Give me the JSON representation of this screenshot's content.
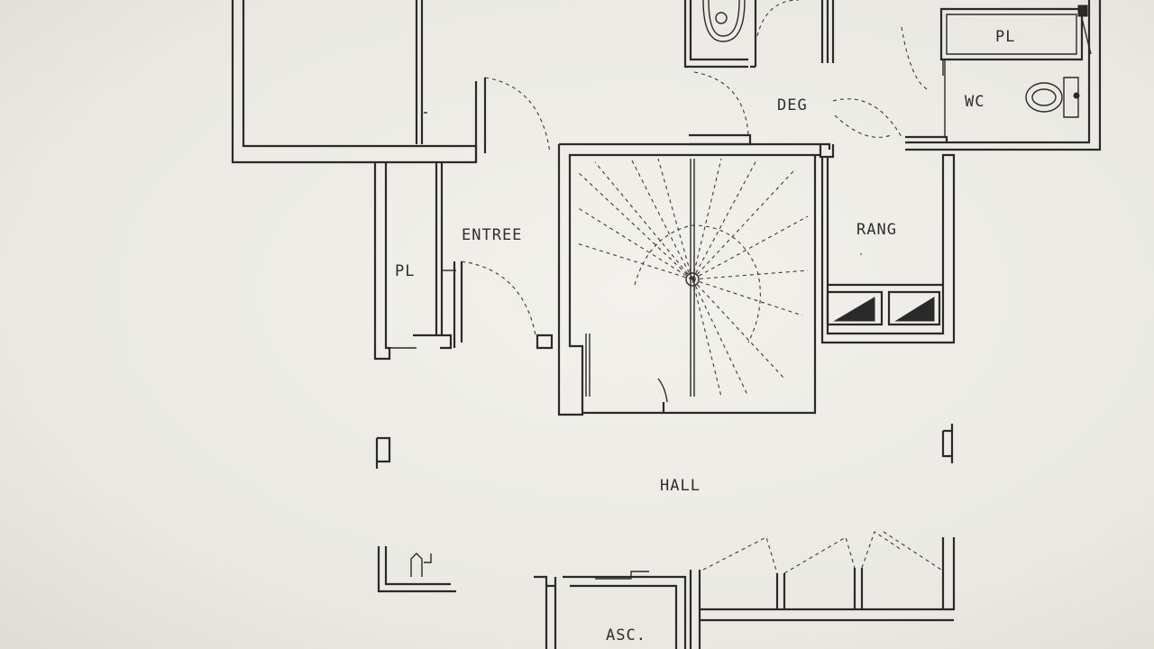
{
  "labels": {
    "pl_top": "PL",
    "deg": "DEG",
    "wc": "WC",
    "entree": "ENTREE",
    "rang": "RANG",
    "pl_left": "PL",
    "hall": "HALL",
    "asc": "ASC."
  },
  "colors": {
    "paper": "#ecebe6",
    "ink": "#2a2a2a"
  }
}
